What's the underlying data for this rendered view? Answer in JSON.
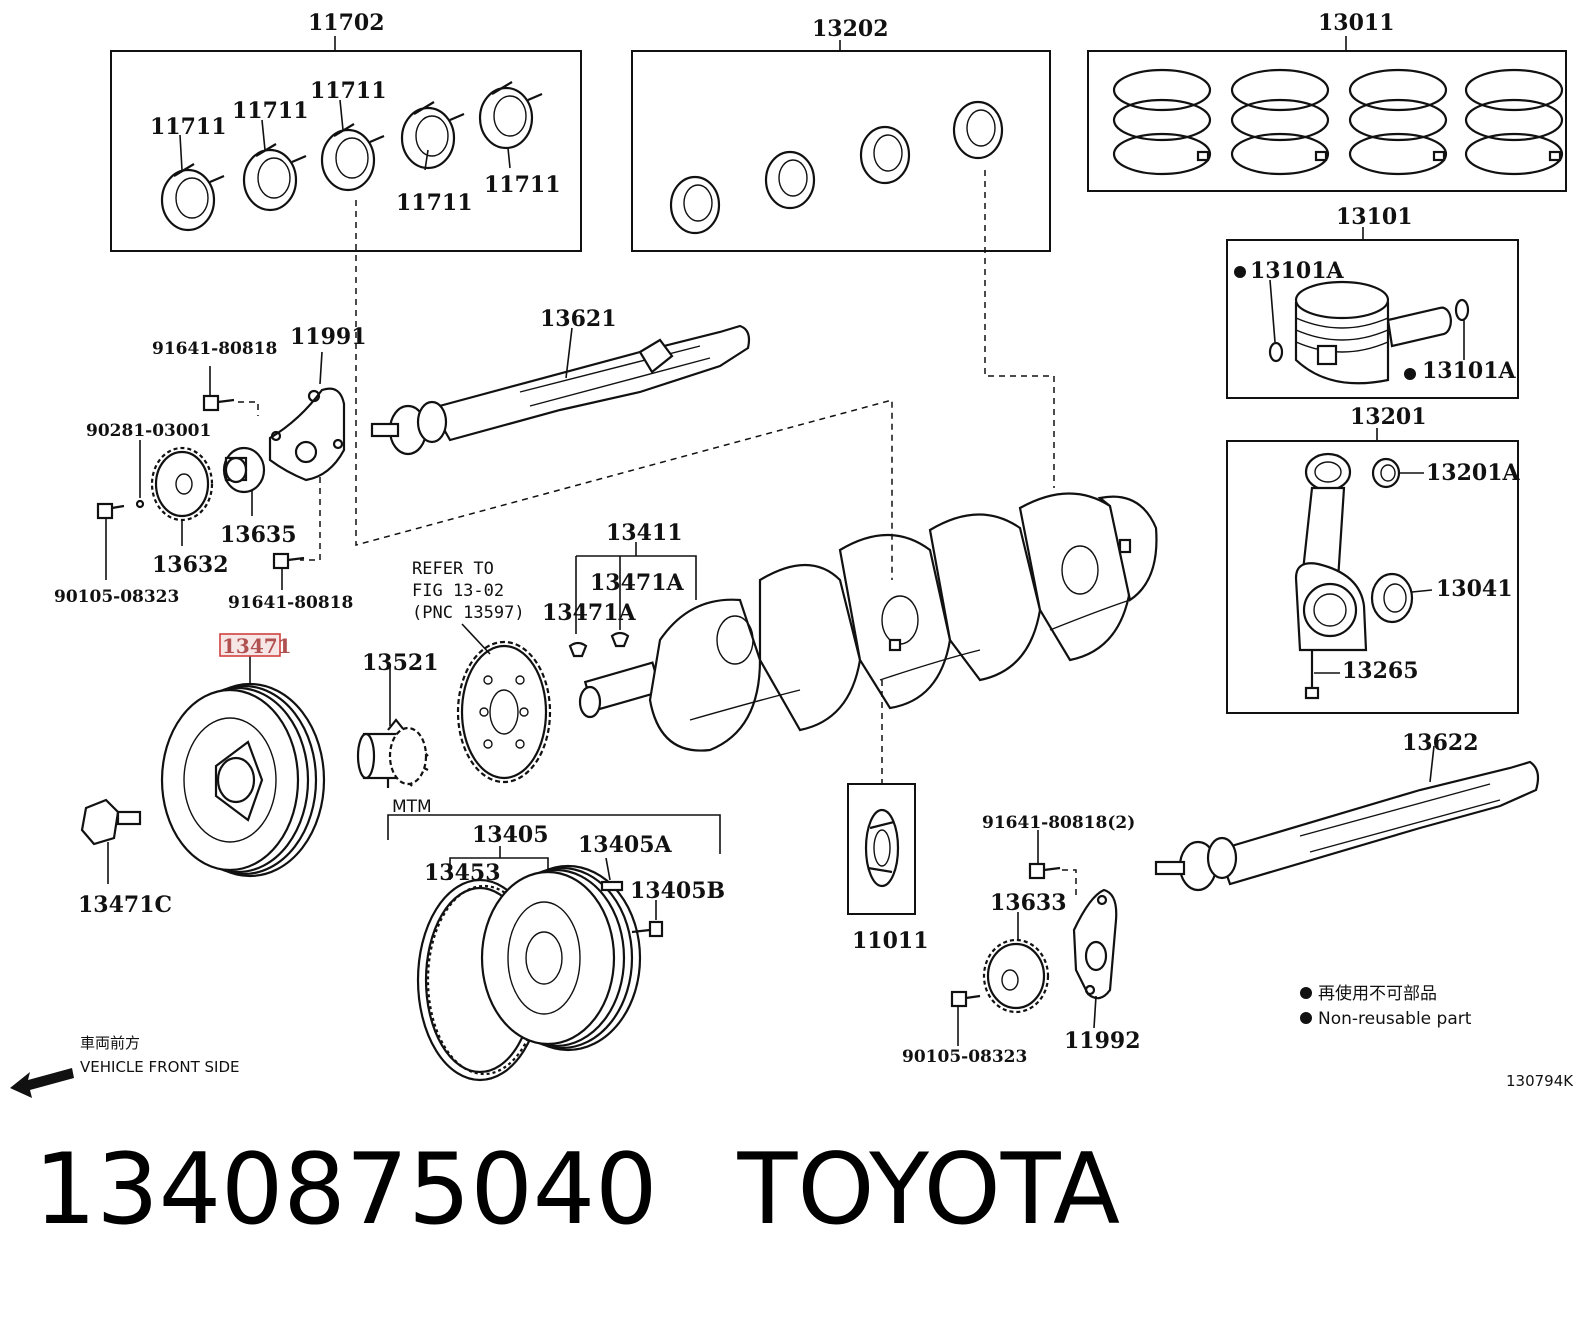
{
  "diagram": {
    "labels": {
      "l11702": "11702",
      "l13202": "13202",
      "l13011": "13011",
      "l11711a": "11711",
      "l11711b": "11711",
      "l11711c": "11711",
      "l11711d": "11711",
      "l11711e": "11711",
      "l13101": "13101",
      "l13101a1": "13101A",
      "l13101a2": "13101A",
      "l13201": "13201",
      "l13201a": "13201A",
      "l13041": "13041",
      "l13265": "13265",
      "l13621": "13621",
      "l11991": "11991",
      "l91641a": "91641-80818",
      "l90281": "90281-03001",
      "l13635": "13635",
      "l13632": "13632",
      "l90105a": "90105-08323",
      "l91641b": "91641-80818",
      "l13411": "13411",
      "l13471a1": "13471A",
      "l13471a2": "13471A",
      "l13471": "13471",
      "l13521": "13521",
      "l13471c": "13471C",
      "l13405": "13405",
      "l13405a": "13405A",
      "l13405b": "13405B",
      "l13453": "13453",
      "l11011": "11011",
      "l91641c": "91641-80818(2)",
      "l13633": "13633",
      "l90105b": "90105-08323",
      "l11992": "11992",
      "l13622": "13622",
      "refer1": "REFER TO",
      "refer2": "FIG 13-02",
      "refer3": "(PNC 13597)",
      "mtm": "MTM",
      "front_jp": "車両前方",
      "front_en": "VEHICLE FRONT SIDE",
      "legend_jp": "再使用不可部品",
      "legend_en": "Non-reusable part",
      "fig_code": "130794K"
    },
    "highlighted_part": "13471",
    "highlight_color": "#d04040"
  },
  "footer": {
    "part_number": "1340875040",
    "brand": "TOYOTA"
  }
}
